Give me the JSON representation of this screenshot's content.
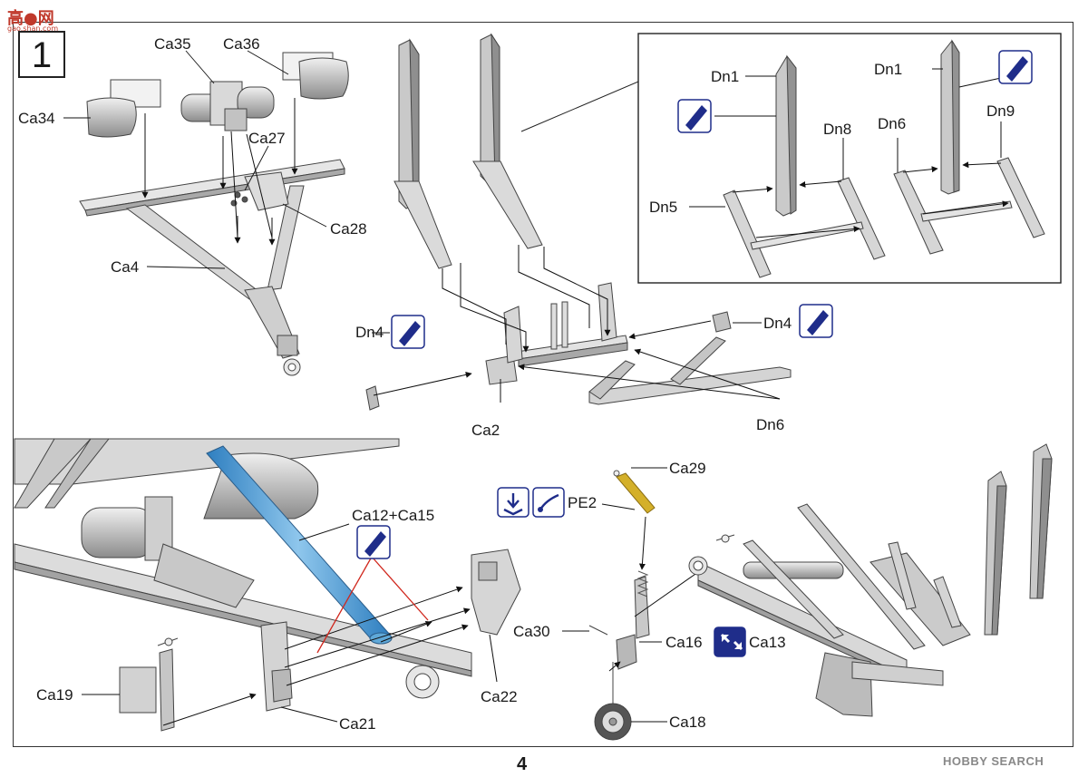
{
  "watermark": {
    "logo": "高",
    "logo2": "网",
    "sub": "gao.shan.com"
  },
  "step": {
    "number": "1"
  },
  "page_number": "4",
  "footer_brand": "HOBBY SEARCH",
  "labels": {
    "ca35": "Ca35",
    "ca36": "Ca36",
    "ca34": "Ca34",
    "ca27": "Ca27",
    "ca28": "Ca28",
    "ca4": "Ca4",
    "dn1a": "Dn1",
    "dn1b": "Dn1",
    "dn8": "Dn8",
    "dn6a": "Dn6",
    "dn9": "Dn9",
    "dn5": "Dn5",
    "dn4a": "Dn4",
    "dn4b": "Dn4",
    "ca2": "Ca2",
    "dn6b": "Dn6",
    "ca12ca15": "Ca12+Ca15",
    "ca29": "Ca29",
    "pe2": "PE2",
    "ca30": "Ca30",
    "ca16": "Ca16",
    "ca13": "Ca13",
    "ca18": "Ca18",
    "ca19": "Ca19",
    "ca21": "Ca21",
    "ca22": "Ca22"
  },
  "colors": {
    "part": "#d8d8d8",
    "part_dark": "#9a9a9a",
    "line": "#222222",
    "glue_blue": "#1f2d8a",
    "pipe": "#5fa8d8",
    "pe_gold": "#d4b02a",
    "red": "#d0261c"
  }
}
